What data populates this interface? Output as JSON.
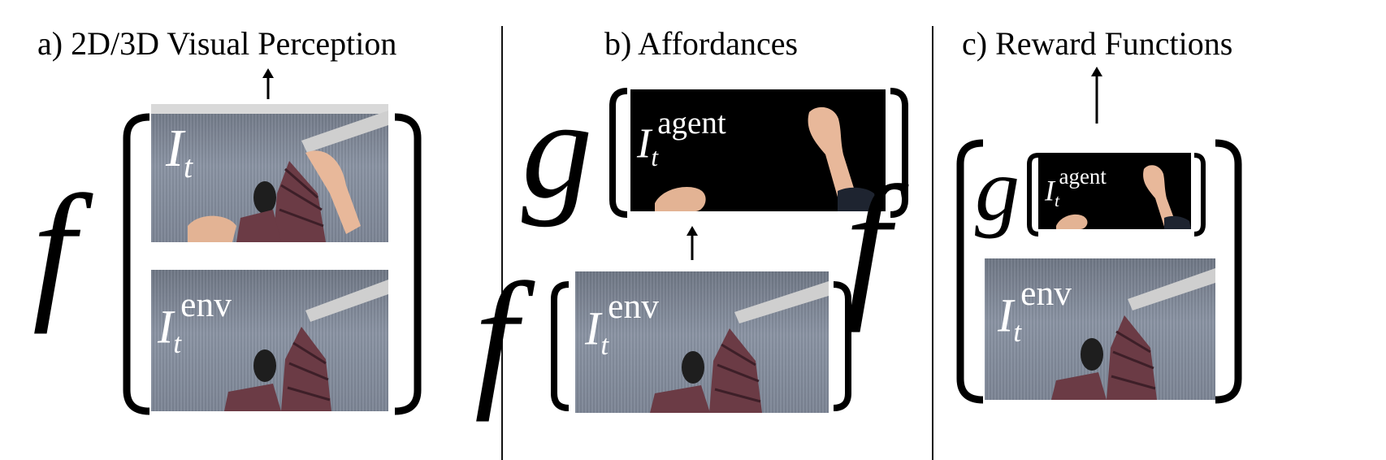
{
  "panels": [
    {
      "title": "a) 2D/3D Visual Perception",
      "outer_fn": "f",
      "images": [
        {
          "symbol": "I",
          "sub": "t",
          "sup": ""
        },
        {
          "symbol": "I",
          "sub": "t",
          "sup": "env"
        }
      ]
    },
    {
      "title": "b) Affordances",
      "outer_fn": "g",
      "inner_fn": "f",
      "images": [
        {
          "symbol": "I",
          "sub": "t",
          "sup": "agent"
        },
        {
          "symbol": "I",
          "sub": "t",
          "sup": "env"
        }
      ]
    },
    {
      "title": "c) Reward Functions",
      "outer_fn": "f",
      "inner_fn": "g",
      "images": [
        {
          "symbol": "I",
          "sub": "t",
          "sup": "agent"
        },
        {
          "symbol": "I",
          "sub": "t",
          "sup": "env"
        }
      ]
    }
  ],
  "icons": [
    "up-arrow-icon"
  ],
  "colors": {
    "floor": "#7c8595",
    "agent_mask_background": "#000000",
    "skin": "#e8b89a",
    "trouser_check": "#6b3b45"
  }
}
